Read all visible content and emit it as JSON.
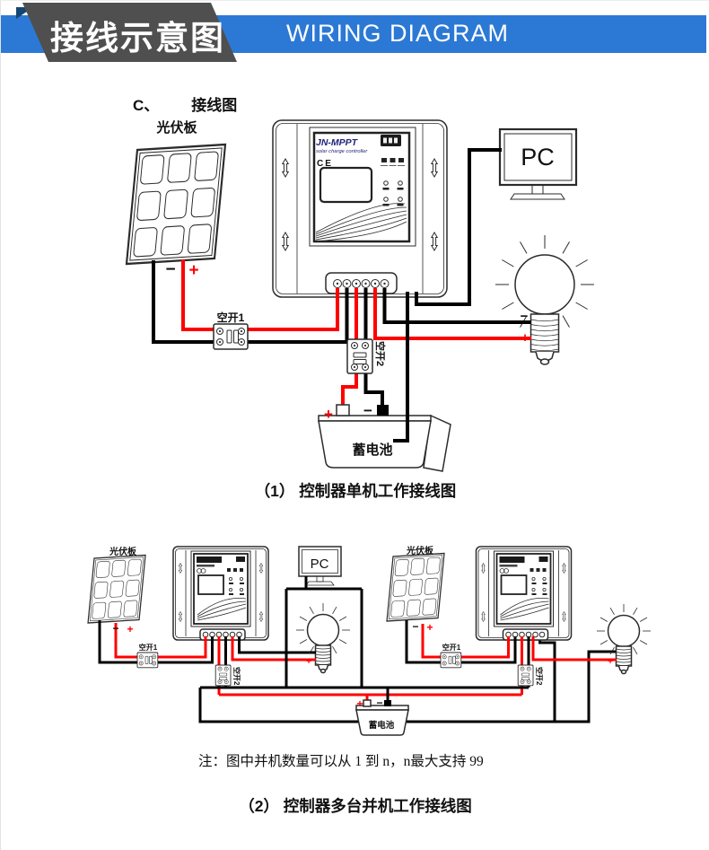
{
  "header": {
    "title_cn": "接线示意图",
    "title_en": "WIRING DIAGRAM"
  },
  "section": {
    "index": "C、",
    "title": "接线图"
  },
  "labels": {
    "pv": "光伏板",
    "breaker1": "空开1",
    "breaker2": "空开2",
    "battery": "蓄电池",
    "pc": "PC",
    "plus": "+",
    "minus": "−"
  },
  "controller": {
    "brand": "JN-MPPT",
    "subtitle": "solar charge controller",
    "ce_mark": "CE"
  },
  "captions": {
    "single": "（1） 控制器单机工作接线图",
    "parallel": "（2） 控制器多台并机工作接线图"
  },
  "note": "注：图中并机数量可以从 1 到 n，n最大支持 99",
  "colors": {
    "wire_red": "#ff0000",
    "wire_black": "#000000",
    "header_blue": "#2c79d5",
    "banner_gray": "#4f4f4f",
    "accent_navy": "#15466f",
    "brand_navy": "#23237e"
  }
}
